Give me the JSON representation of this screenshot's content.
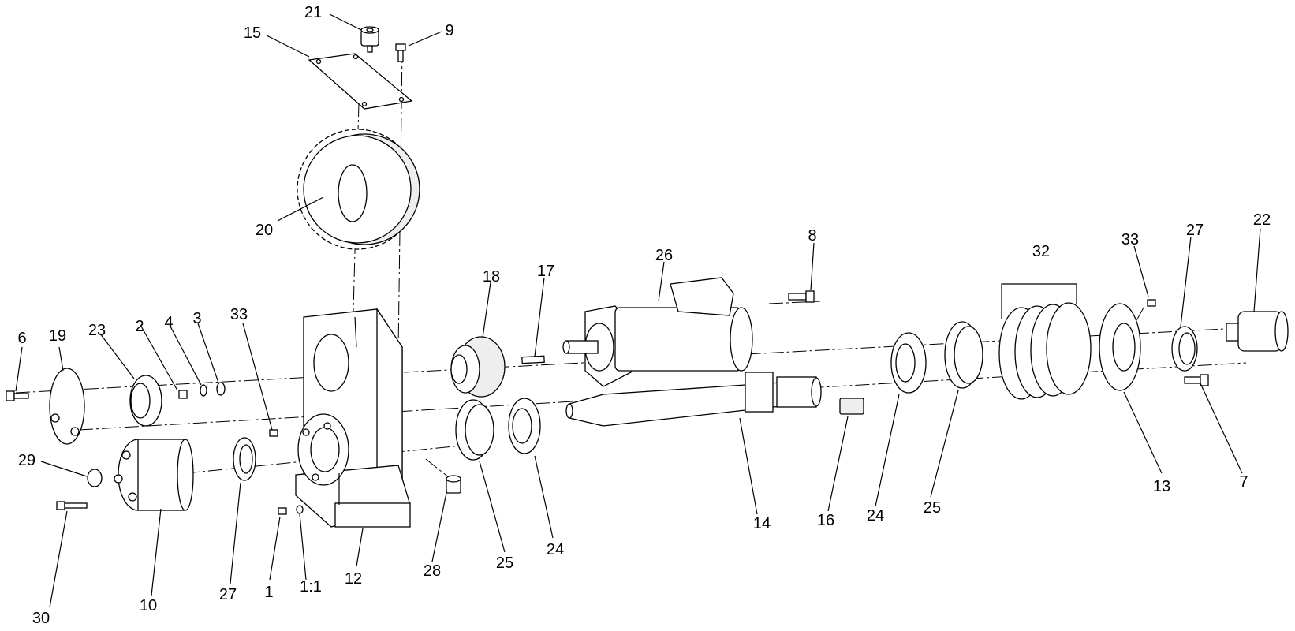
{
  "diagram": {
    "type": "exploded-parts-view",
    "callouts": [
      "21",
      "15",
      "9",
      "20",
      "8",
      "26",
      "18",
      "17",
      "32",
      "33",
      "27",
      "22",
      "6",
      "19",
      "23",
      "2",
      "4",
      "3",
      "33",
      "29",
      "30",
      "10",
      "27",
      "1",
      "1:1",
      "12",
      "28",
      "25",
      "24",
      "14",
      "16",
      "24",
      "25",
      "13",
      "7"
    ]
  }
}
